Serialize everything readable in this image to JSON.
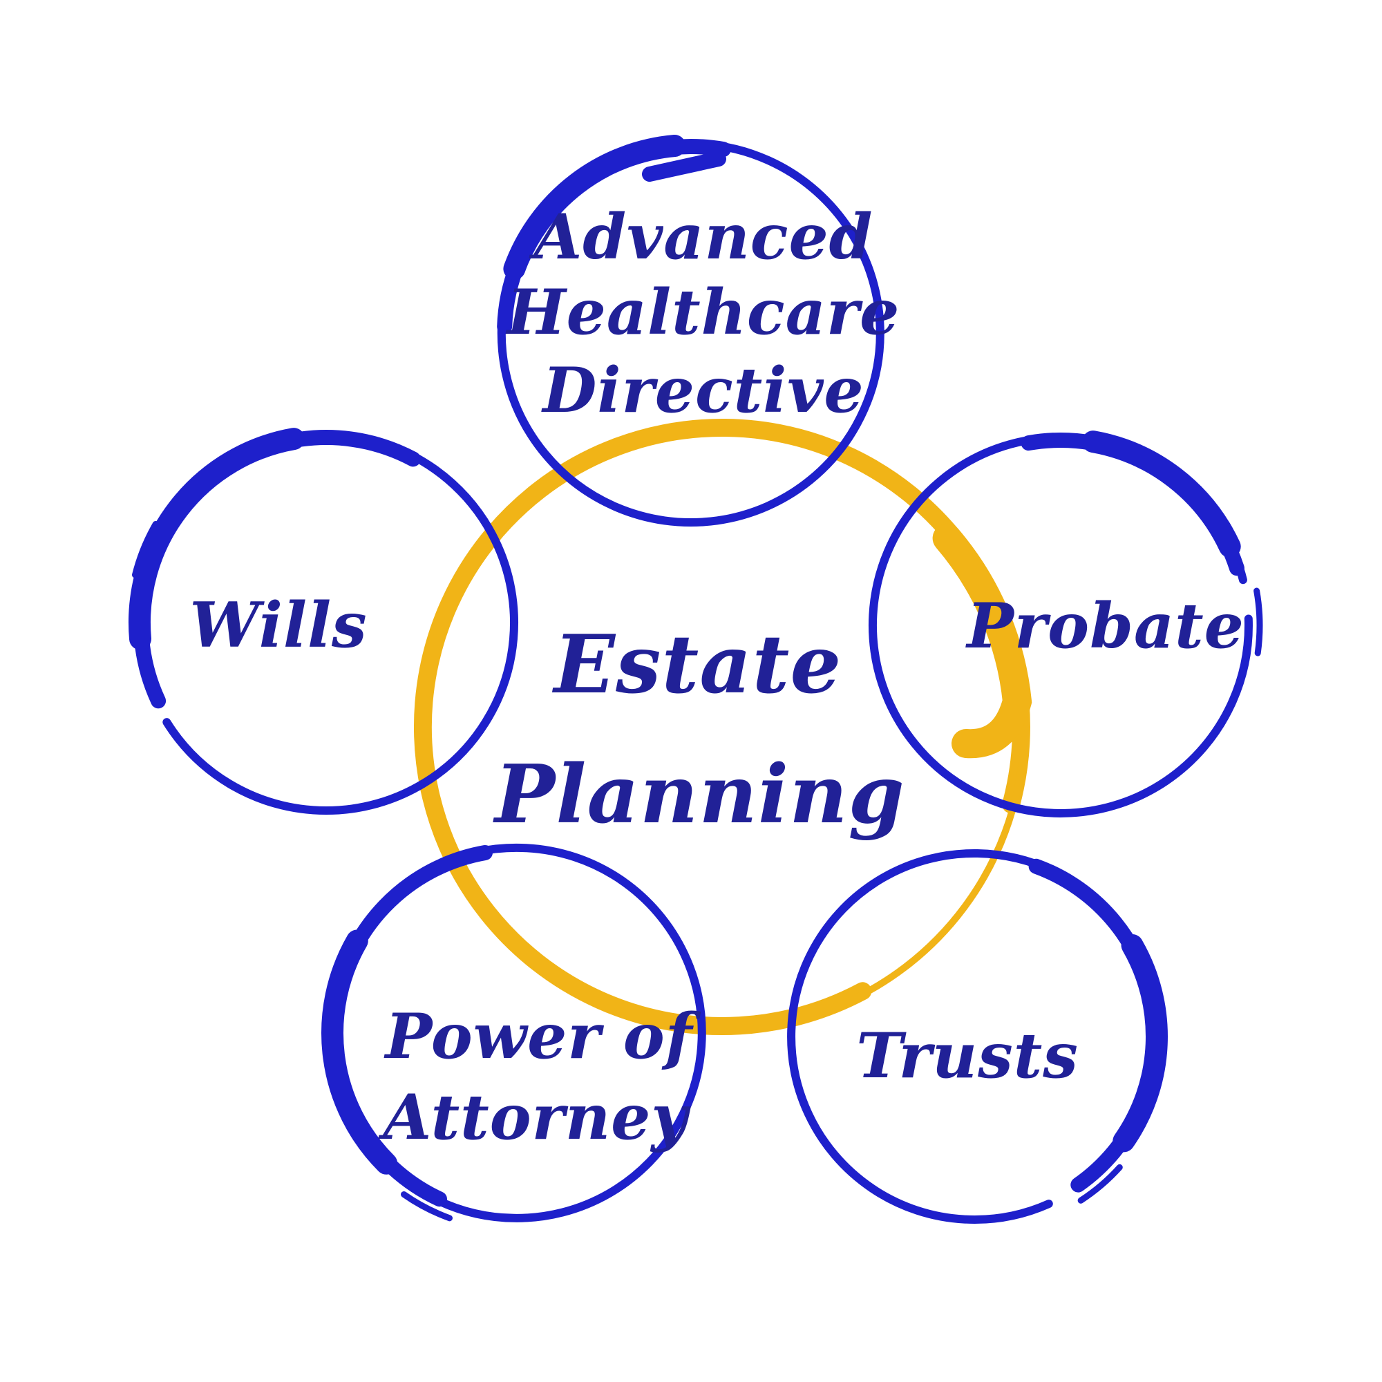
{
  "diagram_title": "Estate Planning",
  "center": {
    "line1": "Estate",
    "line2": "Planning"
  },
  "nodes": {
    "advanced_healthcare_directive": {
      "label": "Advanced Healthcare Directive",
      "lines": [
        "Advanced",
        "Healthcare",
        "Directive"
      ]
    },
    "wills": {
      "label": "Wills"
    },
    "probate": {
      "label": "Probate"
    },
    "power_of_attorney": {
      "label": "Power of Attorney",
      "lines": [
        "Power of",
        "Attorney"
      ]
    },
    "trusts": {
      "label": "Trusts"
    }
  },
  "colors": {
    "blue": "#1e20cb",
    "navy": "#212197",
    "yellow": "#f1b417",
    "background": "#ffffff"
  }
}
